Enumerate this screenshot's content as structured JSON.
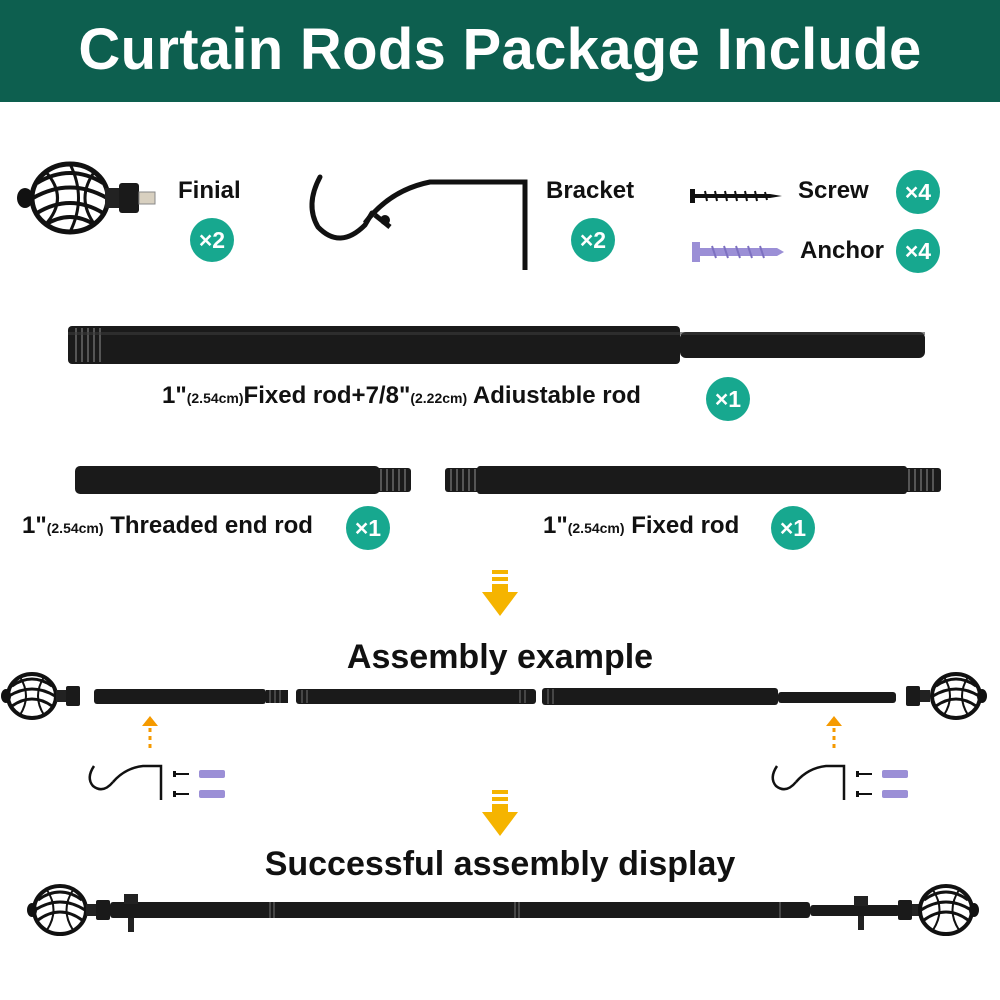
{
  "header": {
    "title": "Curtain Rods Package Include",
    "bg_color": "#0d5f4f"
  },
  "parts": {
    "finial": {
      "label": "Finial",
      "qty": "×2"
    },
    "bracket": {
      "label": "Bracket",
      "qty": "×2"
    },
    "screw": {
      "label": "Screw",
      "qty": "×4"
    },
    "anchor": {
      "label": "Anchor",
      "qty": "×4"
    }
  },
  "rods": {
    "adjustable": {
      "size_a": "1\"",
      "metric_a": "(2.54cm)",
      "text_a": "Fixed rod+7/8\"",
      "metric_b": "(2.22cm)",
      "text_b": " Adiustable rod",
      "qty": "×1"
    },
    "threaded": {
      "size": "1\"",
      "metric": "(2.54cm)",
      "text": " Threaded end rod",
      "qty": "×1"
    },
    "fixed": {
      "size": "1\"",
      "metric": "(2.54cm)",
      "text": " Fixed rod",
      "qty": "×1"
    }
  },
  "sections": {
    "assembly": "Assembly example",
    "success": "Successful assembly display"
  },
  "colors": {
    "badge": "#17a88f",
    "arrow": "#f5b400",
    "anchor": "#9b8fd6",
    "rod": "#1a1a1a"
  }
}
